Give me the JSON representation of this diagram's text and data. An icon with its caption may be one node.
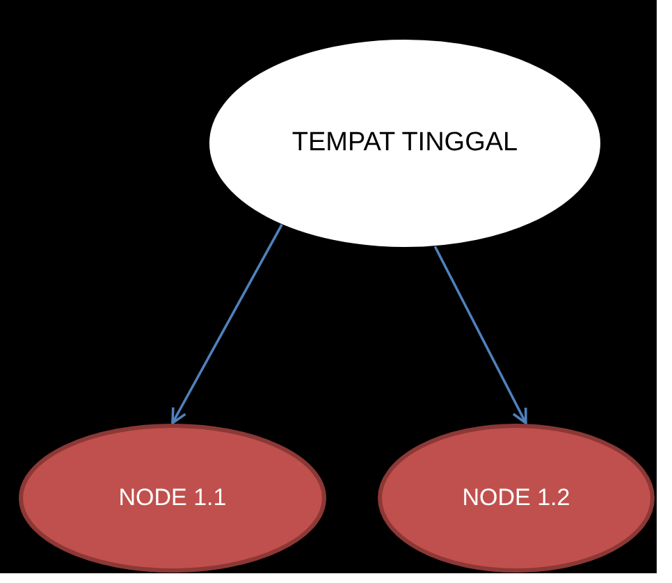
{
  "diagram": {
    "nodes": [
      {
        "text": [
          "TEMPAT TINGGAL"
        ]
      },
      {
        "text": [
          "NODE 1.1"
        ]
      },
      {
        "text": [
          "NODE 1.2"
        ]
      }
    ],
    "edges": [
      {
        "from": 0,
        "to": 1,
        "arrow": "to"
      },
      {
        "from": 0,
        "to": 2,
        "arrow": "to"
      }
    ]
  }
}
